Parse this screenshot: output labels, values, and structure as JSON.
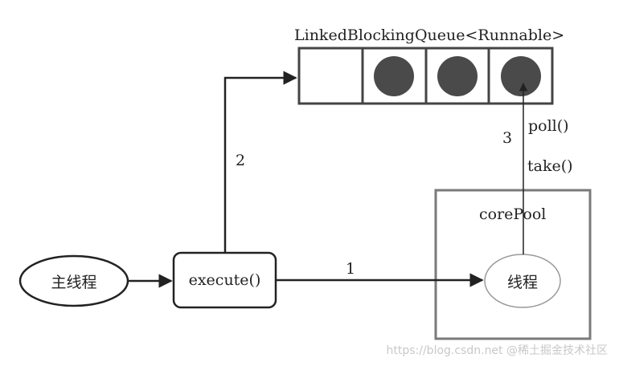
{
  "queue": {
    "title": "LinkedBlockingQueue<Runnable>",
    "slots_filled": [
      false,
      true,
      true,
      true
    ]
  },
  "nodes": {
    "main_thread": "主线程",
    "execute": "execute()",
    "core_pool": "corePool",
    "worker_thread": "线程"
  },
  "edges": {
    "step1": "1",
    "step2": "2",
    "step3": "3",
    "poll": "poll()",
    "take": "take()"
  },
  "watermark": "https://blog.csdn.net  @稀土掘金技术社区",
  "colors": {
    "stroke": "#444444",
    "pool_border": "#7a7a7a",
    "task_dot": "#4a4a4a",
    "thread_ellipse": "#9a9a9a"
  }
}
